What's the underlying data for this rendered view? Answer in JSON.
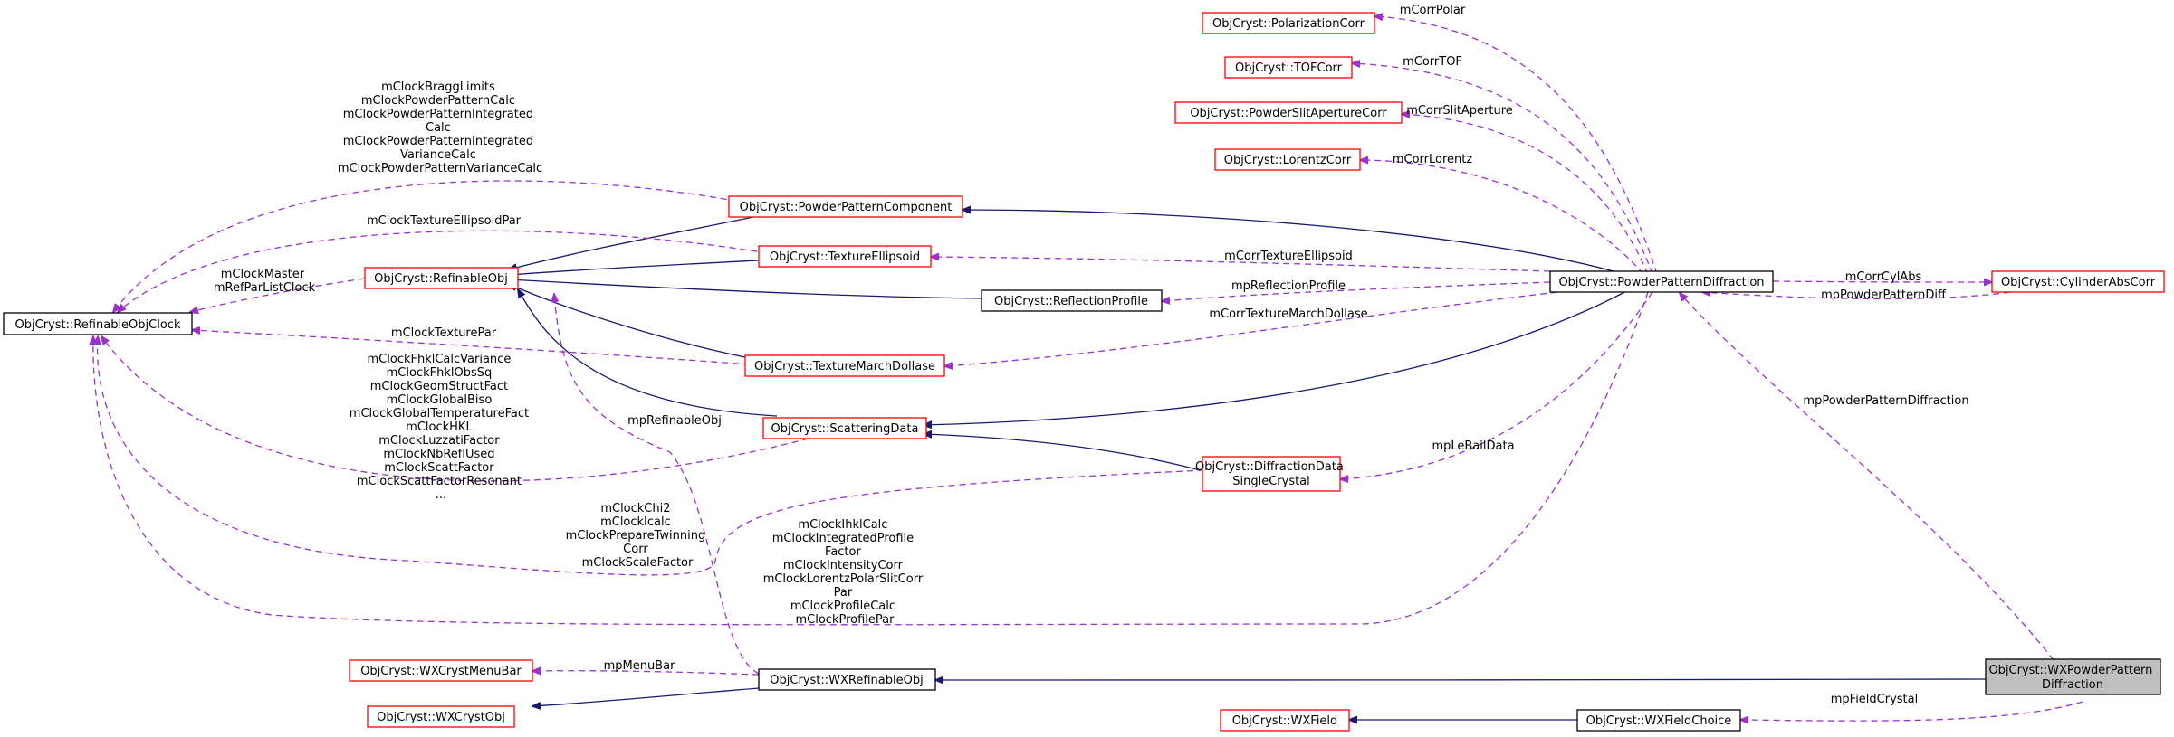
{
  "colors": {
    "inheritance_edge": "#191970",
    "usage_edge": "#9a32cd",
    "documented_border": "#000000",
    "undocumented_border": "#ff0000",
    "focus_fill": "#bfbfbf"
  },
  "nodes": {
    "PolarizationCorr": [
      "ObjCryst::PolarizationCorr"
    ],
    "TOFCorr": [
      "ObjCryst::TOFCorr"
    ],
    "PowderSlitApertureCorr": [
      "ObjCryst::PowderSlitApertureCorr"
    ],
    "LorentzCorr": [
      "ObjCryst::LorentzCorr"
    ],
    "PowderPatternComponent": [
      "ObjCryst::PowderPatternComponent"
    ],
    "TextureEllipsoid": [
      "ObjCryst::TextureEllipsoid"
    ],
    "RefinableObj": [
      "ObjCryst::RefinableObj"
    ],
    "ReflectionProfile": [
      "ObjCryst::ReflectionProfile"
    ],
    "PowderPatternDiffraction": [
      "ObjCryst::PowderPatternDiffraction"
    ],
    "CylinderAbsCorr": [
      "ObjCryst::CylinderAbsCorr"
    ],
    "RefinableObjClock": [
      "ObjCryst::RefinableObjClock"
    ],
    "TextureMarchDollase": [
      "ObjCryst::TextureMarchDollase"
    ],
    "ScatteringData": [
      "ObjCryst::ScatteringData"
    ],
    "DiffractionDataSingleCrystal": [
      "ObjCryst::DiffractionData",
      "SingleCrystal"
    ],
    "WXCrystMenuBar": [
      "ObjCryst::WXCrystMenuBar"
    ],
    "WXRefinableObj": [
      "ObjCryst::WXRefinableObj"
    ],
    "WXCrystObj": [
      "ObjCryst::WXCrystObj"
    ],
    "WXPowderPatternDiffraction": [
      "ObjCryst::WXPowderPattern",
      "Diffraction"
    ],
    "WXField": [
      "ObjCryst::WXField"
    ],
    "WXFieldChoice": [
      "ObjCryst::WXFieldChoice"
    ]
  },
  "edge_labels": {
    "mCorrPolar": [
      "mCorrPolar"
    ],
    "mCorrTOF": [
      "mCorrTOF"
    ],
    "mCorrSlitAperture": [
      "mCorrSlitAperture"
    ],
    "mCorrLorentz": [
      "mCorrLorentz"
    ],
    "mCorrTextureEllipsoid": [
      "mCorrTextureEllipsoid"
    ],
    "mpReflectionProfile": [
      "mpReflectionProfile"
    ],
    "mCorrTextureMarchDollase": [
      "mCorrTextureMarchDollase"
    ],
    "mCorrCylAbs": [
      "mCorrCylAbs"
    ],
    "mpPowderPatternDiff": [
      "mpPowderPatternDiff"
    ],
    "mpPowderPatternDiffraction": [
      "mpPowderPatternDiffraction"
    ],
    "mpLeBailData": [
      "mpLeBailData"
    ],
    "mpRefinableObj": [
      "mpRefinableObj"
    ],
    "mpMenuBar": [
      "mpMenuBar"
    ],
    "mpFieldCrystal": [
      "mpFieldCrystal"
    ],
    "clock_component": [
      "mClockBraggLimits",
      "mClockPowderPatternCalc",
      "mClockPowderPatternIntegrated",
      "Calc",
      "mClockPowderPatternIntegrated",
      "VarianceCalc",
      "mClockPowderPatternVarianceCalc"
    ],
    "clock_ellipsoid": [
      "mClockTextureEllipsoidPar"
    ],
    "clock_refinable": [
      "mClockMaster",
      "mRefParListClock"
    ],
    "clock_march": [
      "mClockTexturePar"
    ],
    "clock_scattering": [
      "mClockFhklCalcVariance",
      "mClockFhklObsSq",
      "mClockGeomStructFact",
      "mClockGlobalBiso",
      "mClockGlobalTemperatureFact",
      "mClockHKL",
      "mClockLuzzatiFactor",
      "mClockNbReflUsed",
      "mClockScattFactor",
      "mClockScattFactorResonant",
      "..."
    ],
    "clock_singlecrystal": [
      "mClockChi2",
      "mClockIcalc",
      "mClockPrepareTwinning",
      "Corr",
      "mClockScaleFactor"
    ],
    "clock_powder": [
      "mClockIhklCalc",
      "mClockIntegratedProfile",
      "Factor",
      "mClockIntensityCorr",
      "mClockLorentzPolarSlitCorr",
      "Par",
      "mClockProfileCalc",
      "mClockProfilePar"
    ]
  }
}
